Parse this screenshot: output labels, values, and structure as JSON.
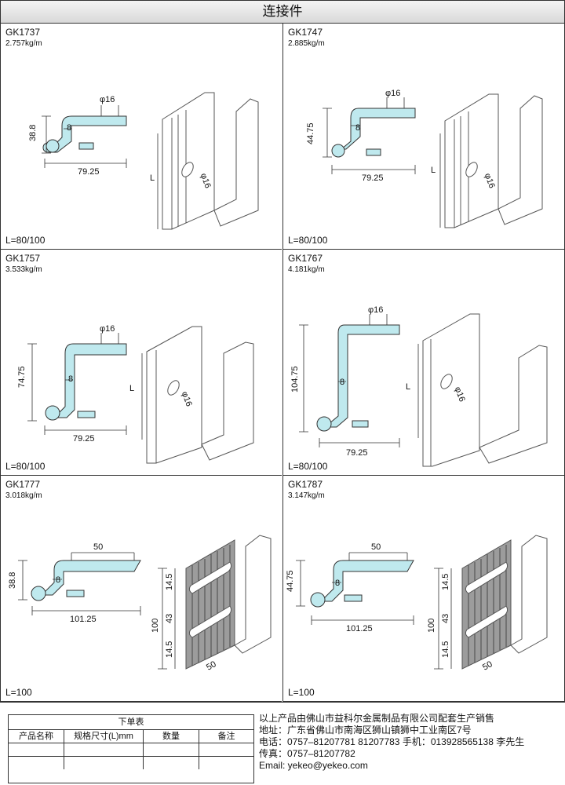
{
  "header": {
    "title": "连接件"
  },
  "products": [
    {
      "code": "GK1737",
      "weight": "2.757kg/m",
      "length": "L=80/100",
      "dims": {
        "height": "38.8",
        "width": "79.25",
        "thickness": "8",
        "top": "φ16",
        "hole": "φ16",
        "l": "L"
      }
    },
    {
      "code": "GK1747",
      "weight": "2.885kg/m",
      "length": "L=80/100",
      "dims": {
        "height": "44.75",
        "width": "79.25",
        "thickness": "8",
        "top": "φ16",
        "hole": "φ16",
        "l": "L"
      }
    },
    {
      "code": "GK1757",
      "weight": "3.533kg/m",
      "length": "L=80/100",
      "dims": {
        "height": "74.75",
        "width": "79.25",
        "thickness": "8",
        "top": "φ16",
        "hole": "φ16",
        "l": "L"
      }
    },
    {
      "code": "GK1767",
      "weight": "4.181kg/m",
      "length": "L=80/100",
      "dims": {
        "height": "104.75",
        "width": "79.25",
        "thickness": "8",
        "top": "φ16",
        "hole": "φ16",
        "l": "L"
      }
    },
    {
      "code": "GK1777",
      "weight": "3.018kg/m",
      "length": "L=100",
      "dims": {
        "height": "38.8",
        "width": "101.25",
        "thickness": "8",
        "top": "50",
        "slot": "50",
        "total": "100",
        "a": "14.5",
        "b": "43",
        "c": "14.5"
      }
    },
    {
      "code": "GK1787",
      "weight": "3.147kg/m",
      "length": "L=100",
      "dims": {
        "height": "44.75",
        "width": "101.25",
        "thickness": "8",
        "top": "50",
        "slot": "50",
        "total": "100",
        "a": "14.5",
        "b": "43",
        "c": "14.5"
      }
    }
  ],
  "order_form": {
    "title": "下单表",
    "columns": [
      "产品名称",
      "规格尺寸(L)mm",
      "数量",
      "备注"
    ]
  },
  "contact": {
    "line1": "以上产品由佛山市益科尔金属制品有限公司配套生产销售",
    "line2": "地址：广东省佛山市南海区狮山镇狮中工业南区7号",
    "line3": "电话：0757–81207781 81207783   手机：013928565138  李先生",
    "line4": "传真：0757–81207782",
    "line5": "Email: yekeo@yekeo.com"
  }
}
